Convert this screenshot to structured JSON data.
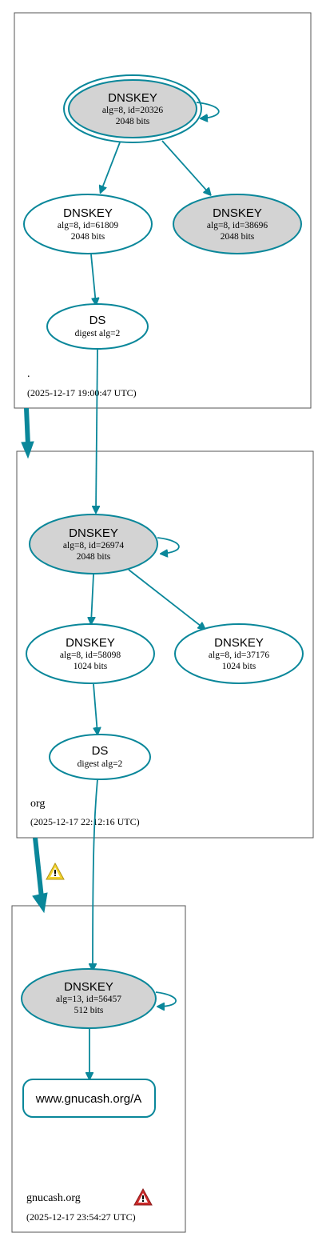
{
  "colors": {
    "accent": "#0a879a",
    "node_fill_plain": "#ffffff",
    "node_fill_ksk": "#d3d3d3",
    "zone_border": "#555555",
    "warning_yellow": "#f2d22e",
    "warning_red": "#cc2a2a"
  },
  "zones": [
    {
      "id": "root",
      "label": ".",
      "timestamp": "(2025-12-17 19:00:47 UTC)"
    },
    {
      "id": "org",
      "label": "org",
      "timestamp": "(2025-12-17 22:12:16 UTC)"
    },
    {
      "id": "gnucash",
      "label": "gnucash.org",
      "timestamp": "(2025-12-17 23:54:27 UTC)",
      "status_icon": "error-icon"
    }
  ],
  "nodes": {
    "root_ksk": {
      "title": "DNSKEY",
      "detail": "alg=8, id=20326",
      "bits": "2048 bits"
    },
    "root_zsk": {
      "title": "DNSKEY",
      "detail": "alg=8, id=61809",
      "bits": "2048 bits"
    },
    "root_key38696": {
      "title": "DNSKEY",
      "detail": "alg=8, id=38696",
      "bits": "2048 bits"
    },
    "root_ds": {
      "title": "DS",
      "detail": "digest alg=2"
    },
    "org_ksk": {
      "title": "DNSKEY",
      "detail": "alg=8, id=26974",
      "bits": "2048 bits"
    },
    "org_zsk": {
      "title": "DNSKEY",
      "detail": "alg=8, id=58098",
      "bits": "1024 bits"
    },
    "org_key37176": {
      "title": "DNSKEY",
      "detail": "alg=8, id=37176",
      "bits": "1024 bits"
    },
    "org_ds": {
      "title": "DS",
      "detail": "digest alg=2"
    },
    "gnucash_key": {
      "title": "DNSKEY",
      "detail": "alg=13, id=56457",
      "bits": "512 bits"
    },
    "gnucash_rrset": {
      "title": "www.gnucash.org/A"
    }
  },
  "delegation_warning_icon": "warning-icon"
}
